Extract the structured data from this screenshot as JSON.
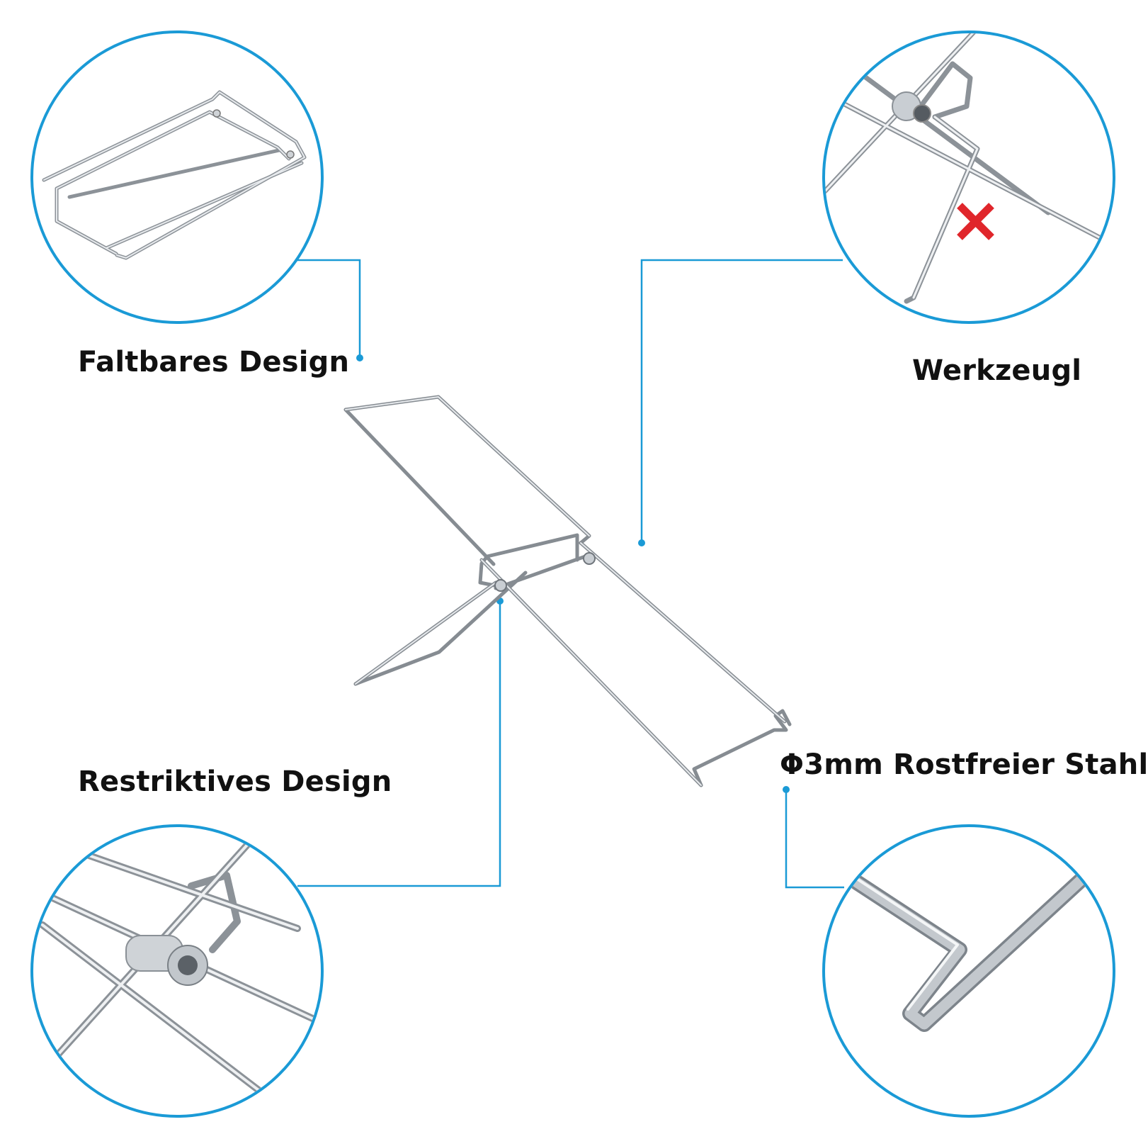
{
  "features": {
    "foldable": {
      "label": "Faltbares Design"
    },
    "tool_free": {
      "label": "Werkzeugl"
    },
    "restrictive": {
      "label": "Restriktives Design"
    },
    "steel": {
      "label": "Φ3mm Rostfreier Stahl"
    }
  },
  "colors": {
    "accent": "#1a9ad6",
    "steel": "#b7bcc2",
    "steel_dark": "#7d848b",
    "cross": "#e0262b",
    "text": "#111111"
  },
  "icons": {
    "product": "wire-stand-illustration",
    "cross": "red-cross-icon"
  }
}
